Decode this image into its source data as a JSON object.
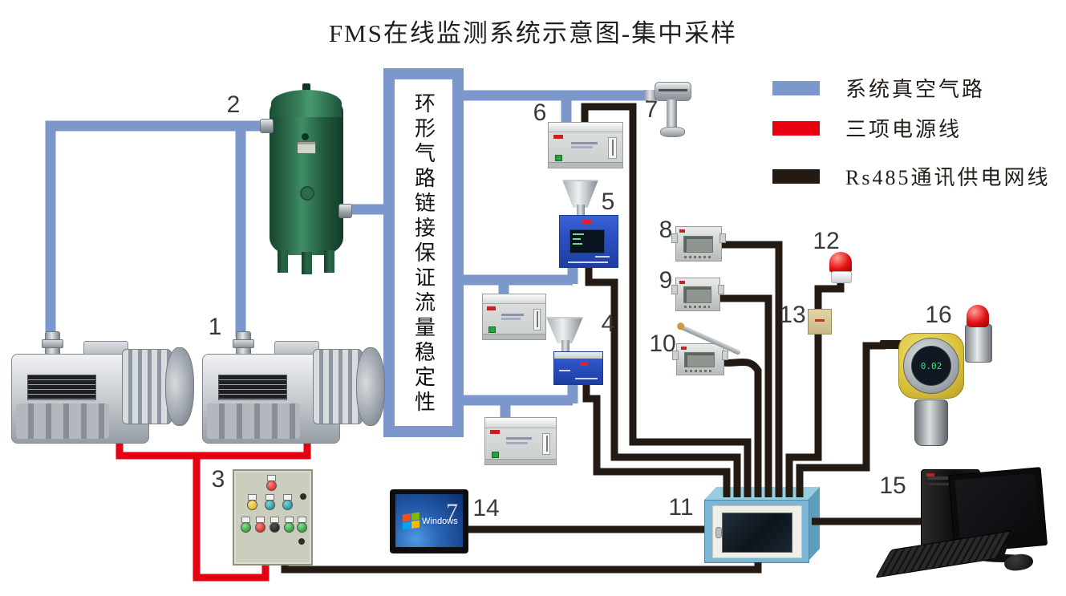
{
  "title": "FMS在线监测系统示意图-集中采样",
  "legend": {
    "items": [
      {
        "label": "系统真空气路",
        "color": "#7c97cb"
      },
      {
        "label": "三项电源线",
        "color": "#e60012"
      },
      {
        "label": "Rs485通讯供电网线",
        "color": "#241a14"
      }
    ]
  },
  "ring_box": {
    "text": "环形气路链接保证流量稳定性"
  },
  "monitor14": {
    "brand": "Windows",
    "version": "7"
  },
  "detector16": {
    "reading": "0.02"
  },
  "labels": {
    "n1": "1",
    "n2": "2",
    "n3": "3",
    "n4": "4",
    "n5": "5",
    "n6": "6",
    "n7": "7",
    "n8": "8",
    "n9": "9",
    "n10": "10",
    "n11": "11",
    "n12": "12",
    "n13": "13",
    "n14": "14",
    "n15": "15",
    "n16": "16"
  },
  "colors": {
    "pipe_blue": "#7c97cb",
    "power_red": "#e60012",
    "wire_black": "#241a14",
    "tank_green": "#2c6a4b",
    "device_blue": "#2a51c3",
    "cabinet_blue": "#7cb6d7",
    "panel_beige": "#cbcdbe",
    "detector_yellow": "#e6d24e",
    "alarm_red": "#e01111"
  }
}
